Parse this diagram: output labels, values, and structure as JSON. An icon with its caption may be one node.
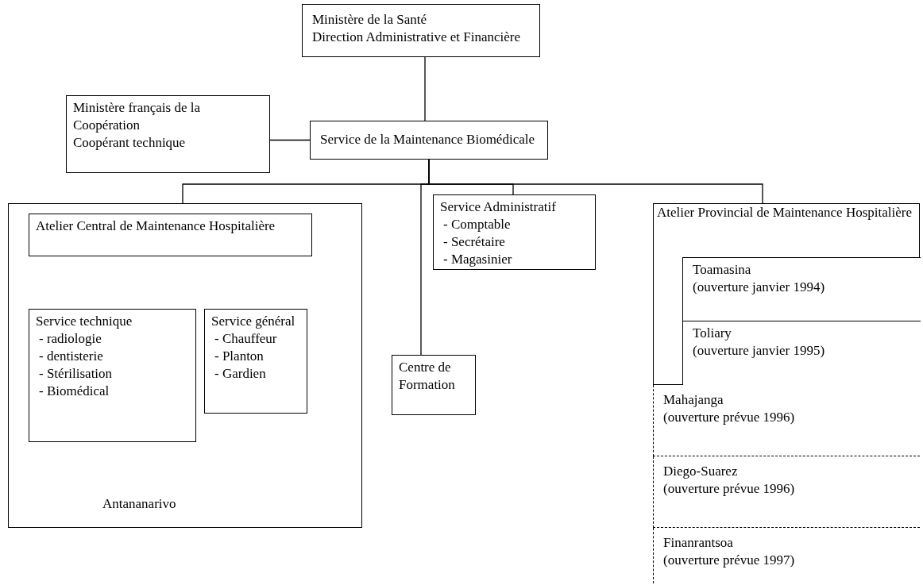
{
  "diagram": {
    "nodes": [
      {
        "text": [
          "Ministère de la Santé",
          "Direction Administrative et Financière"
        ]
      },
      {
        "text": [
          "Ministère français de la Coopération",
          "Coopérant technique"
        ]
      },
      {
        "text": [
          "Service de la Maintenance Biomédicale"
        ]
      },
      {
        "text": [
          "Antananarivo"
        ]
      },
      {
        "text": [
          "Atelier Central de Maintenance Hospitalière"
        ],
        "in": 3
      },
      {
        "text": [
          "Service technique",
          "- radiologie",
          "- dentisterie",
          "- Stérilisation",
          "- Biomédical"
        ],
        "in": 3
      },
      {
        "text": [
          "Service général",
          "- Chauffeur",
          "- Planton",
          "- Gardien"
        ],
        "in": 3
      },
      {
        "text": [
          "Service Administratif",
          "- Comptable",
          "- Secrétaire",
          "- Magasinier"
        ]
      },
      {
        "text": [
          "Centre de Formation"
        ]
      },
      {
        "text": [
          "Atelier Provincial de Maintenance Hospitalière"
        ]
      },
      {
        "text": [
          "Toamasina",
          "(ouverture janvier 1994)"
        ],
        "in": 9
      },
      {
        "text": [
          "Toliary",
          "(ouverture janvier 1995)"
        ],
        "in": 9
      },
      {
        "text": [
          "Mahajanga",
          "(ouverture prévue 1996)"
        ]
      },
      {
        "text": [
          "Diego-Suarez",
          "(ouverture prévue 1996)"
        ]
      },
      {
        "text": [
          "Finanrantsoa",
          "(ouverture prévue 1997)"
        ]
      }
    ],
    "edges": [
      {
        "from": 0,
        "to": 2,
        "arrow": "none"
      },
      {
        "from": 1,
        "to": 2,
        "arrow": "none"
      },
      {
        "from": 2,
        "to": 3,
        "arrow": "none"
      },
      {
        "from": 2,
        "to": 7,
        "arrow": "none"
      },
      {
        "from": 2,
        "to": 8,
        "arrow": "none"
      },
      {
        "from": 2,
        "to": 9,
        "arrow": "none"
      }
    ]
  }
}
